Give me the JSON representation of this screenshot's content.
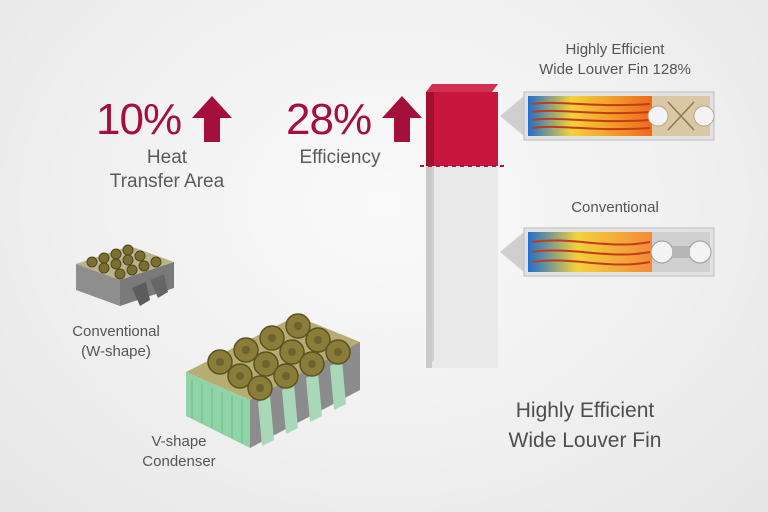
{
  "stats": [
    {
      "value": "10%",
      "label_line1": "Heat",
      "label_line2": "Transfer Area"
    },
    {
      "value": "28%",
      "label_line1": "Efficiency",
      "label_line2": ""
    }
  ],
  "units": {
    "conventional_label_line1": "Conventional",
    "conventional_label_line2": "(W-shape)",
    "vshape_label_line1": "V-shape",
    "vshape_label_line2": "Condenser"
  },
  "fins": {
    "top_label_line1": "Highly Efficient",
    "top_label_line2": "Wide Louver Fin 128%",
    "bottom_label": "Conventional"
  },
  "bar_caption": {
    "line1": "Highly Efficient",
    "line2": "Wide Louver Fin"
  },
  "colors": {
    "accent": "#a50f3c",
    "bar_top": "#c8173f",
    "coil_green": "#7fcf9c",
    "fan_olive": "#8a7d3a"
  }
}
